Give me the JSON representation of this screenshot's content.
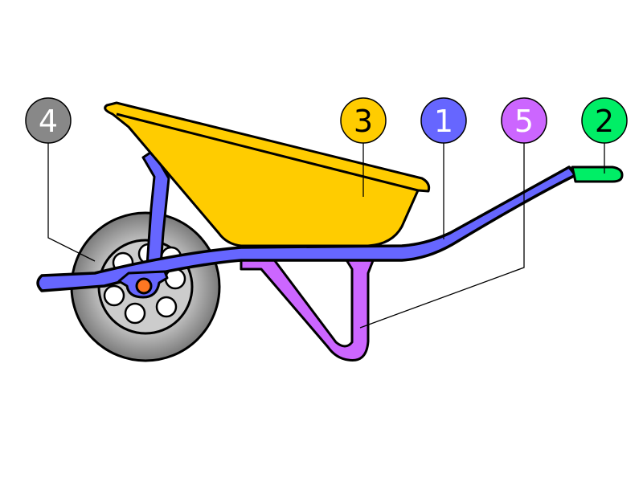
{
  "diagram": {
    "parts": [
      {
        "number": "4",
        "part": "wheel",
        "color": "#888888",
        "text_color": "#ffffff"
      },
      {
        "number": "3",
        "part": "tray",
        "color": "#ffcc00",
        "text_color": "#000000"
      },
      {
        "number": "1",
        "part": "frame",
        "color": "#6666ff",
        "text_color": "#ffffff"
      },
      {
        "number": "5",
        "part": "leg",
        "color": "#cc66ff",
        "text_color": "#ffffff"
      },
      {
        "number": "2",
        "part": "handle-grip",
        "color": "#00ee66",
        "text_color": "#000000"
      }
    ]
  }
}
